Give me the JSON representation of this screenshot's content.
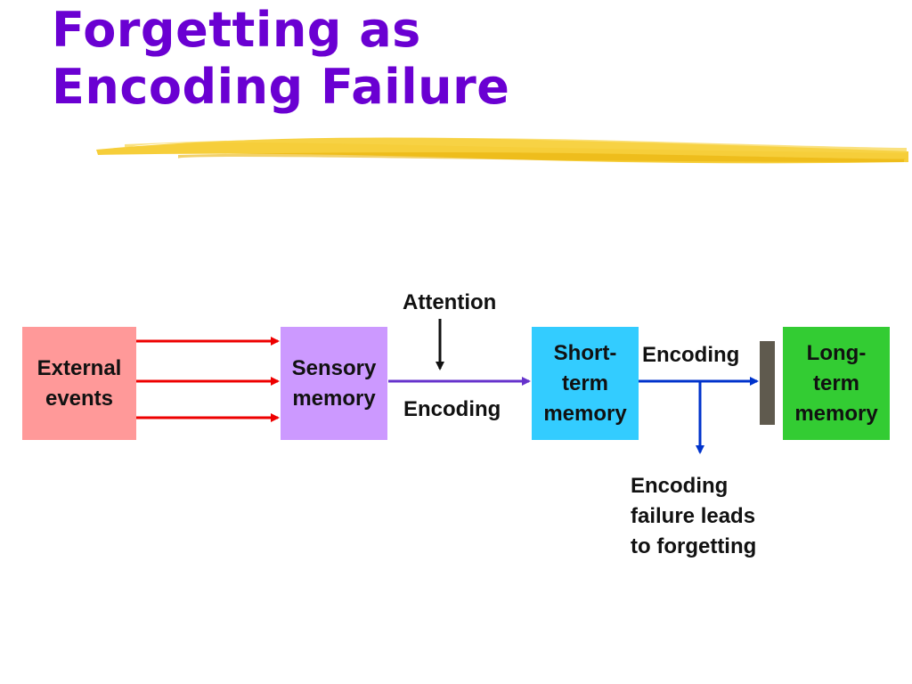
{
  "title": {
    "line1": "Forgetting as",
    "line2": "Encoding Failure"
  },
  "boxes": {
    "external": {
      "line1": "External",
      "line2": "events"
    },
    "sensory": {
      "line1": "Sensory",
      "line2": "memory"
    },
    "short_term": {
      "line1": "Short-",
      "line2": "term",
      "line3": "memory"
    },
    "long_term": {
      "line1": "Long-",
      "line2": "term",
      "line3": "memory"
    }
  },
  "labels": {
    "attention": "Attention",
    "encoding_sensory": "Encoding",
    "encoding_stm": "Encoding",
    "failure": {
      "line1": "Encoding",
      "line2": "failure leads",
      "line3": "to forgetting"
    }
  },
  "colors": {
    "title": "#6a00d2",
    "external": "#ff9999",
    "sensory": "#cc99ff",
    "short_term": "#33ccff",
    "long_term": "#33cc33",
    "arrows_red": "#ee0000",
    "arrow_purple": "#6633cc",
    "arrows_blue": "#0033cc",
    "barrier": "#5f5a4e",
    "highlight": "#f5c518"
  }
}
